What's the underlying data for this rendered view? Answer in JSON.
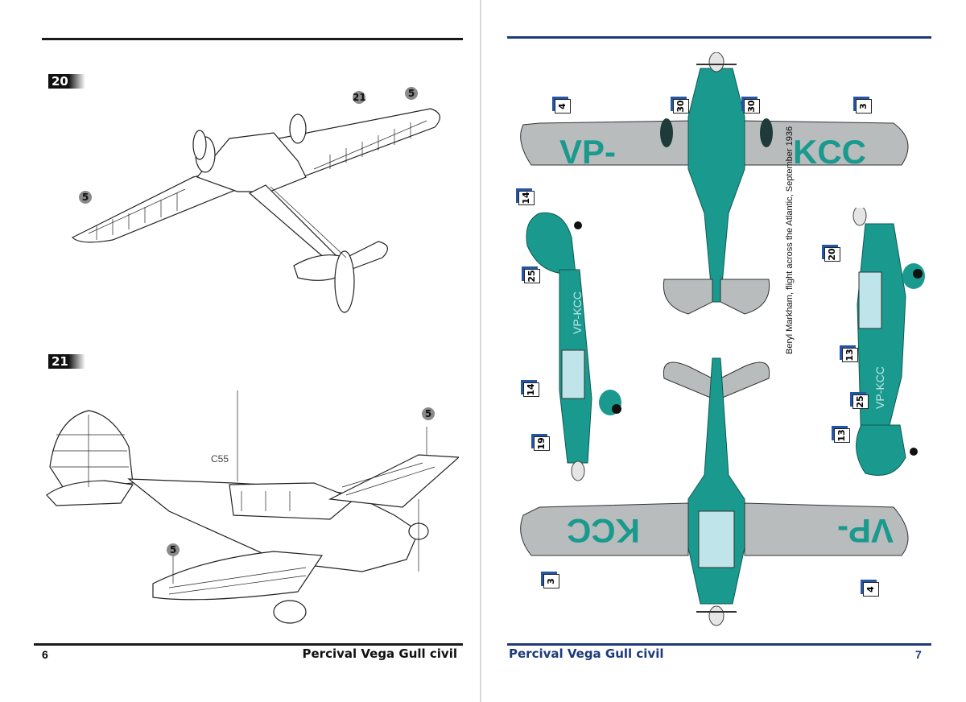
{
  "left_page": {
    "page_number": "6",
    "footer_title": "Percival Vega Gull civil",
    "steps": [
      {
        "number": "20",
        "callouts": [
          "21",
          "5",
          "5"
        ]
      },
      {
        "number": "21",
        "callouts": [
          "5",
          "5"
        ],
        "part_labels": [
          "C55"
        ]
      }
    ]
  },
  "right_page": {
    "page_number": "7",
    "footer_title": "Percival Vega Gull civil",
    "caption": "Beryl Markham, flight across the Atlantic, September 1936",
    "registration": "VP-KCC",
    "top_view_wing_text_left": "VP-",
    "top_view_wing_text_right": "KCC",
    "bottom_view_wing_text_left": "KCC",
    "bottom_view_wing_text_right": "VP-",
    "decals": {
      "top_left_wing": "4",
      "top_right_wing": "3",
      "top_left_30": "30",
      "top_right_30": "30",
      "left_side_14a": "14",
      "left_side_25": "25",
      "left_side_14b": "14",
      "left_side_19": "19",
      "right_side_20": "20",
      "right_side_13a": "13",
      "right_side_25": "25",
      "right_side_13b": "13",
      "bottom_left_wing": "3",
      "bottom_right_wing": "4"
    },
    "colors": {
      "fuselage_teal": "#1a9a8e",
      "wing_grey": "#b9bcbc",
      "decal_accent": "#2456a8",
      "title_blue": "#1d3a7a"
    }
  }
}
